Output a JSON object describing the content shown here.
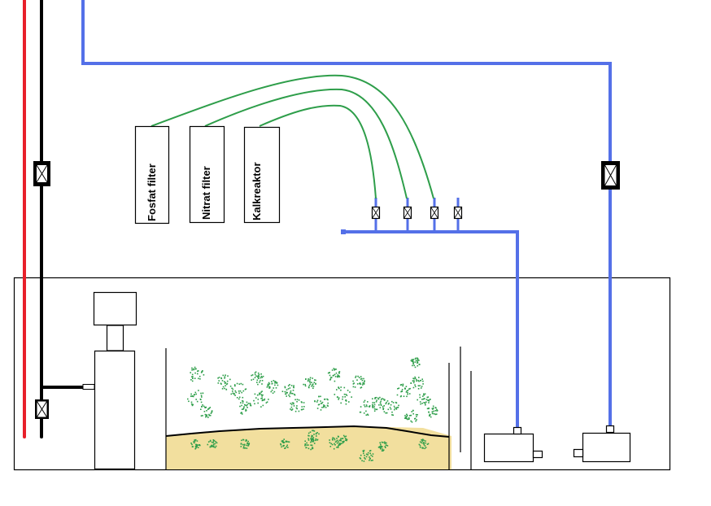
{
  "colors": {
    "water_supply": "#e8202a",
    "drain": "#000000",
    "pump_line": "#5470e8",
    "tube": "#2e9e4a",
    "sand": "#f2df9e",
    "algae": "#2e9e4a",
    "outline": "#000000"
  },
  "filters": [
    {
      "label": "Fosfat filter"
    },
    {
      "label": "Nitrat filter"
    },
    {
      "label": "Kalkreaktor"
    }
  ],
  "valves": {
    "drain_upper": "valve-icon",
    "drain_lower": "valve-icon",
    "return_line": "valve-icon",
    "manifold_count": 4
  },
  "components": {
    "protein_skimmer": "skimmer",
    "refugium": "refugium-with-sand-and-algae",
    "pump_left": "pump",
    "pump_right": "pump"
  }
}
